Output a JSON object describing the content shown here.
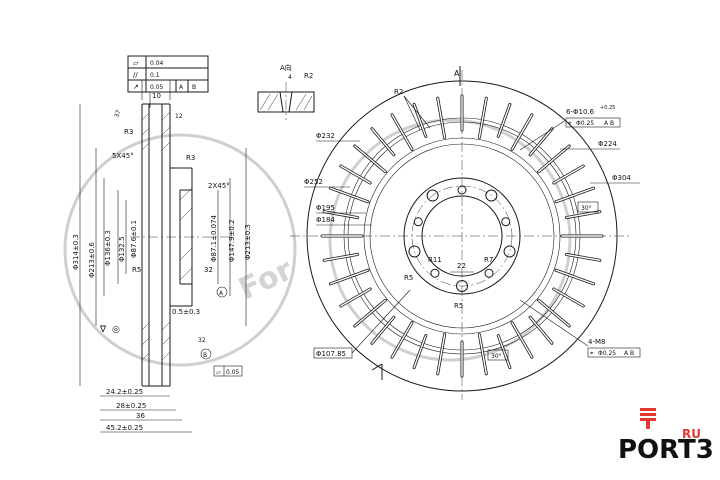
{
  "side_view": {
    "gdt_flatness": "0.04",
    "gdt_parallel": "0.1",
    "gdt_runout": "0.05",
    "gdt_ref_a": "A",
    "gdt_ref_b": "B",
    "thickness_top": "10",
    "face_angle": "37",
    "face_angle_2": "12",
    "radius_r3_left": "R3",
    "radius_r3_right": "R3",
    "chamfer_left": "5X45°",
    "chamfer_right": "2X45°",
    "dia_314": "Φ314±0.3",
    "dia_213_left": "Φ213±0.6",
    "dia_136": "Φ136±0.3",
    "dia_132": "Φ132.5",
    "dia_87_left": "Φ87.6±0.1",
    "dia_87_right": "Φ87.1±0.074",
    "dia_147": "Φ147.9±0.2",
    "dia_213_right": "Φ213±0.3",
    "radius_r5": "R5",
    "angle_32_top": "32",
    "datum_a": "A",
    "offset_05": "0.5±0.3",
    "angle_32_bottom": "32",
    "datum_b": "B",
    "flat_005": "0.05",
    "dim_242": "24.2±0.25",
    "dim_28": "28±0.25",
    "dim_36": "36",
    "dim_452": "45.2±0.25"
  },
  "detail_view": {
    "label": "A向",
    "dim_4": "4",
    "radius_r2": "R2"
  },
  "front_view": {
    "arrow_a": "A",
    "radius_r2": "R2",
    "holes_spec": "6-Φ10.6",
    "holes_tol": "+0.25",
    "holes_pos": "Φ0.25",
    "holes_ref": "A B",
    "dia_232": "Φ232",
    "dia_224": "Φ224",
    "dia_252": "Φ252",
    "dia_304": "Φ304",
    "dia_195": "Φ195",
    "dia_184": "Φ184",
    "angle_30_right": "30°",
    "radius_r11": "R11",
    "width_22": "22",
    "radius_r7": "R7",
    "radius_r5_bottom": "R5",
    "radius_r5_left": "R5",
    "threads_spec": "4-M8",
    "threads_pos": "Φ0.25",
    "threads_ref": "A B",
    "dia_107": "Φ107.85",
    "angle_30_bottom": "30°"
  },
  "brand": {
    "logo_main": "PORT3",
    "logo_suffix": "RU",
    "watermark_text": "For"
  },
  "colors": {
    "logo_red": "#e3382e",
    "ink": "#1a1a1a",
    "watermark": "#d0d0d0"
  }
}
